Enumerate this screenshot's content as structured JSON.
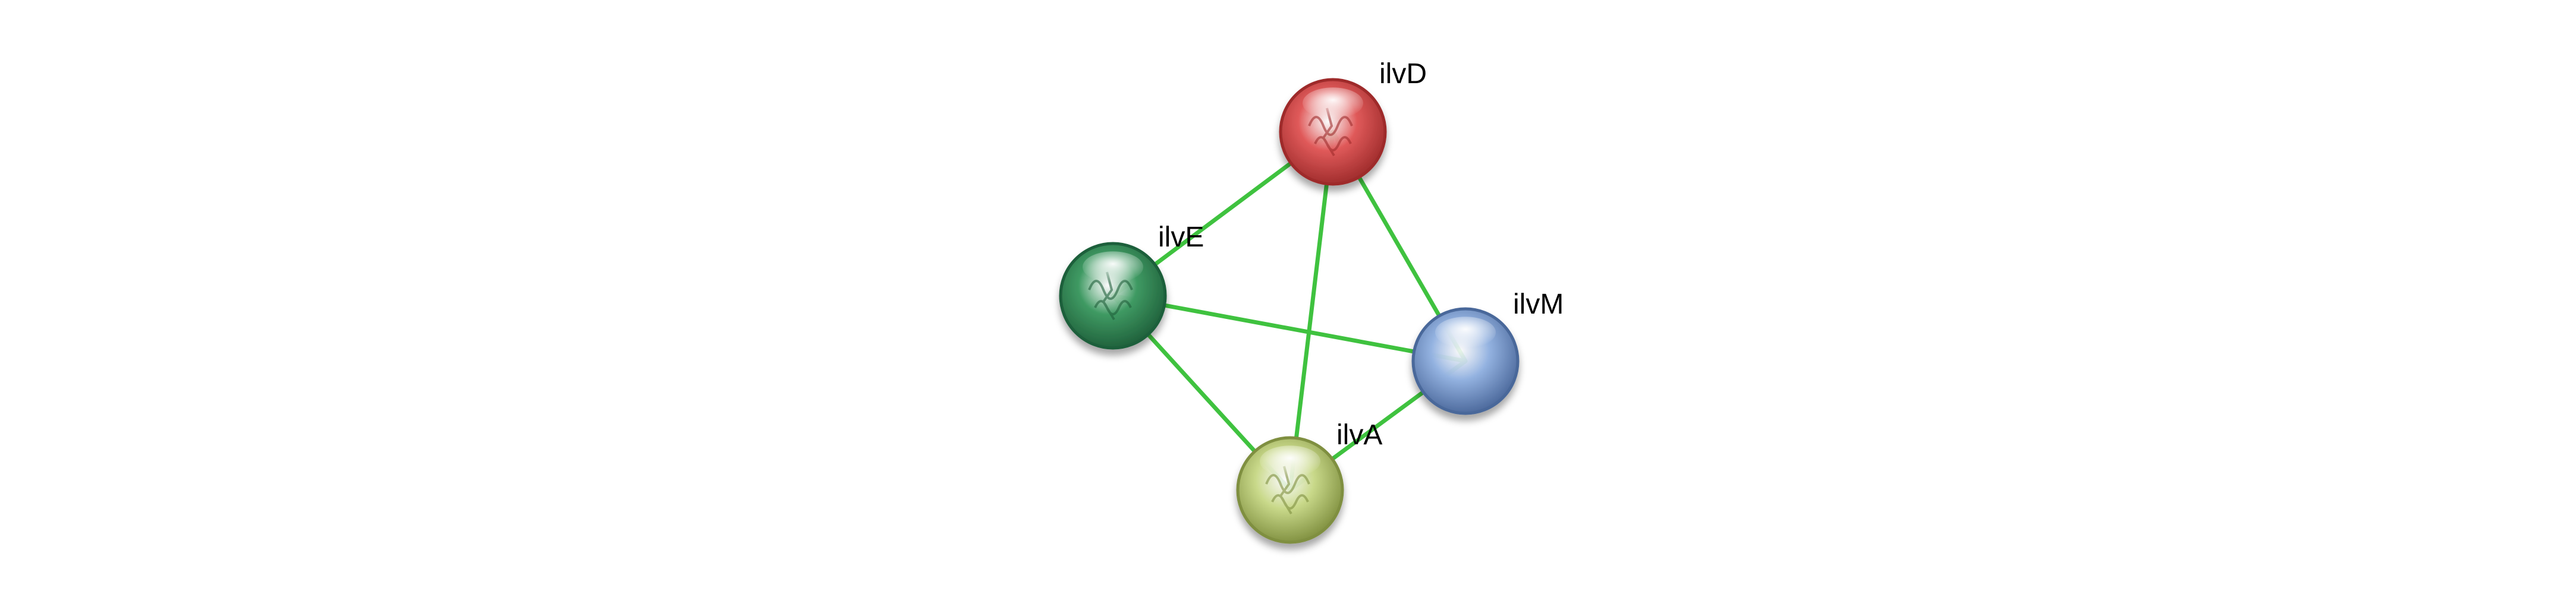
{
  "network": {
    "edge_color": "#3fc23f",
    "nodes": [
      {
        "id": "ilvD",
        "label": "ilvD",
        "color": "#e05a5a",
        "rim": "#9e2b2b",
        "structure_icon": "protein-structure-icon"
      },
      {
        "id": "ilvE",
        "label": "ilvE",
        "color": "#3f9a63",
        "rim": "#1f5f3a",
        "structure_icon": "protein-structure-icon"
      },
      {
        "id": "ilvM",
        "label": "ilvM",
        "color": "#93b2e0",
        "rim": "#4a679a",
        "structure_icon": ""
      },
      {
        "id": "ilvA",
        "label": "ilvA",
        "color": "#c9d98a",
        "rim": "#7f8f3f",
        "structure_icon": "protein-structure-icon"
      }
    ],
    "edges": [
      {
        "source": "ilvD",
        "target": "ilvE"
      },
      {
        "source": "ilvD",
        "target": "ilvM"
      },
      {
        "source": "ilvD",
        "target": "ilvA"
      },
      {
        "source": "ilvE",
        "target": "ilvM"
      },
      {
        "source": "ilvE",
        "target": "ilvA"
      },
      {
        "source": "ilvM",
        "target": "ilvA"
      }
    ]
  }
}
